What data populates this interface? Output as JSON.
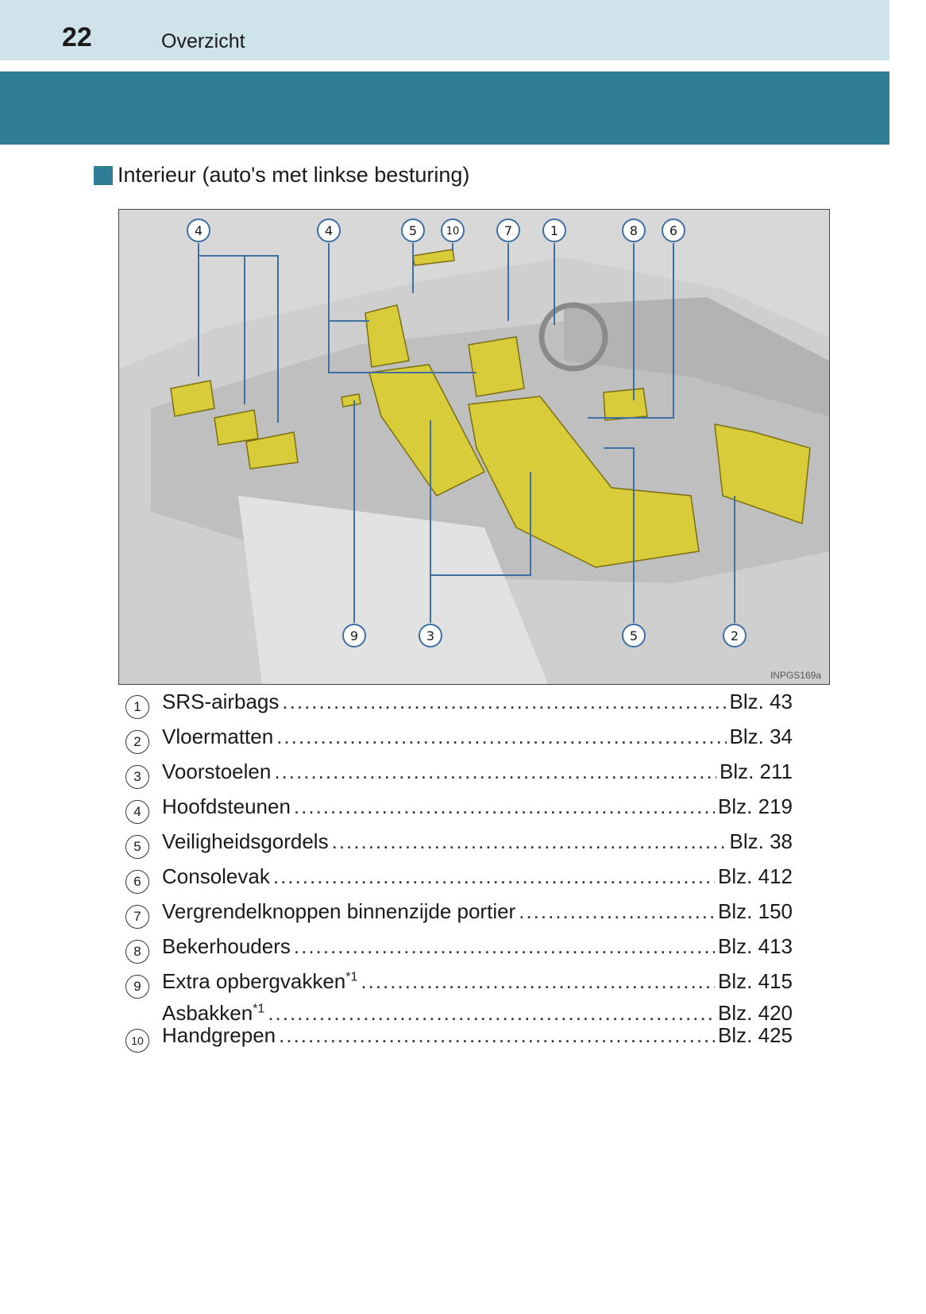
{
  "header": {
    "page_number": "22",
    "section": "Overzicht"
  },
  "heading": "Interieur (auto's met linkse besturing)",
  "figure": {
    "code": "INPGS169a",
    "callouts_top": [
      "4",
      "4",
      "5",
      "10",
      "7",
      "1",
      "8",
      "6"
    ],
    "callouts_bottom": [
      "9",
      "3",
      "5",
      "2"
    ]
  },
  "items": [
    {
      "num": "1",
      "label": "SRS-airbags",
      "sup": "",
      "page": "Blz. 43"
    },
    {
      "num": "2",
      "label": "Vloermatten",
      "sup": "",
      "page": "Blz. 34"
    },
    {
      "num": "3",
      "label": "Voorstoelen",
      "sup": "",
      "page": "Blz. 211"
    },
    {
      "num": "4",
      "label": "Hoofdsteunen",
      "sup": "",
      "page": "Blz. 219"
    },
    {
      "num": "5",
      "label": "Veiligheidsgordels",
      "sup": "",
      "page": "Blz. 38"
    },
    {
      "num": "6",
      "label": "Consolevak",
      "sup": "",
      "page": "Blz. 412"
    },
    {
      "num": "7",
      "label": "Vergrendelknoppen binnenzijde portier",
      "sup": "",
      "page": "Blz. 150"
    },
    {
      "num": "8",
      "label": "Bekerhouders",
      "sup": "",
      "page": "Blz. 413"
    },
    {
      "num": "9",
      "label": "Extra opbergvakken",
      "sup": "*1",
      "page": "Blz. 415"
    },
    {
      "num": "",
      "label": "Asbakken",
      "sup": "*1",
      "page": "Blz. 420"
    },
    {
      "num": "10",
      "label": "Handgrepen",
      "sup": "",
      "page": "Blz. 425"
    }
  ]
}
